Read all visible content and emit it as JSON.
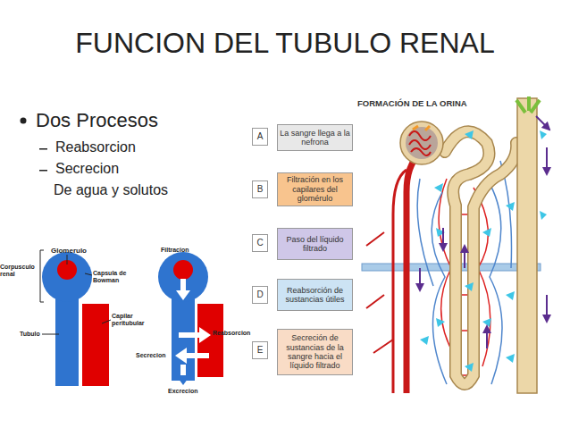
{
  "diagram": {
    "title": "FUNCION DEL TUBULO RENAL",
    "nodes": [
      {
        "text": [
          "A"
        ]
      },
      {
        "text": [
          "La sangre llega a la nefrona"
        ]
      },
      {
        "text": [
          "B"
        ]
      },
      {
        "text": [
          "Filtración en los capilares del glomérulo"
        ]
      },
      {
        "text": [
          "C"
        ]
      },
      {
        "text": [
          "Paso del líquido filtrado"
        ]
      },
      {
        "text": [
          "D"
        ]
      },
      {
        "text": [
          "Reabsorción de sustancias útiles"
        ]
      },
      {
        "text": [
          "E"
        ]
      },
      {
        "text": [
          "Secreción de sustancias de la sangre hacia el líquido filtrado"
        ]
      }
    ],
    "labels": [
      "Dos Procesos",
      "Reabsorcion",
      "Secrecion",
      "De agua y solutos",
      "Glomerulo",
      "Corpusculo renal",
      "Capsula de Bowman",
      "Capilar peritubular",
      "Tubulo",
      "Filtracion",
      "Reabsorcion",
      "Secrecion",
      "Excrecion",
      "FORMACIÓN DE LA ORINA"
    ]
  }
}
